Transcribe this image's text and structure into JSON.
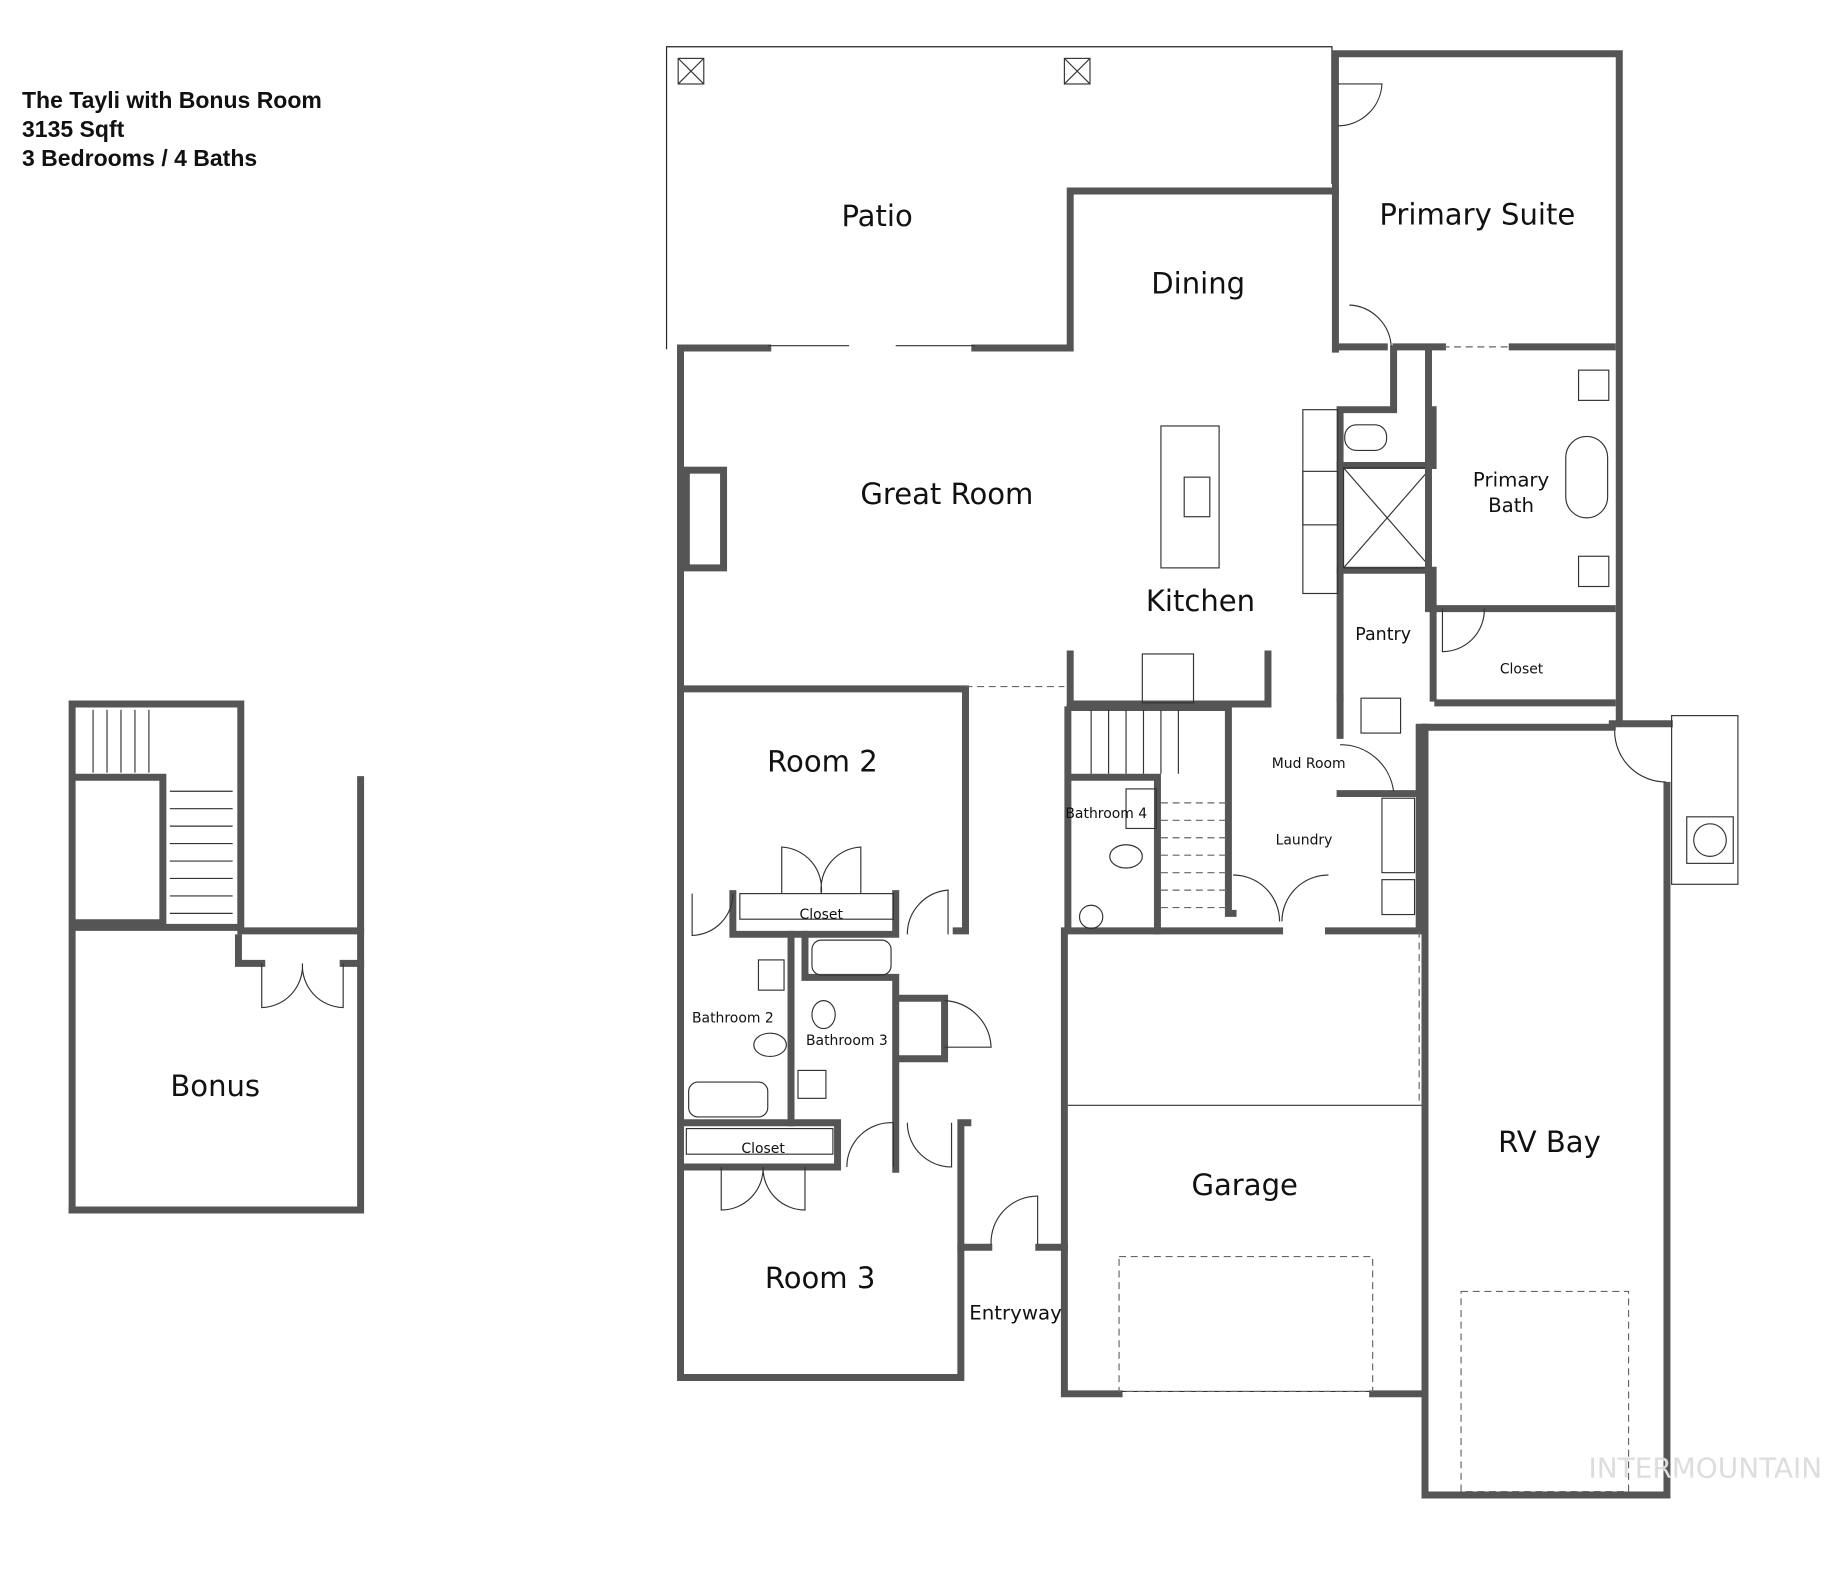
{
  "header": {
    "name": "The Tayli with Bonus Room",
    "area": "3135 Sqft",
    "rooms_summary": "3 Bedrooms / 4 Baths"
  },
  "rooms": {
    "patio": "Patio",
    "primary_suite": "Primary Suite",
    "dining": "Dining",
    "great_room": "Great Room",
    "primary_bath_1": "Primary",
    "primary_bath_2": "Bath",
    "kitchen": "Kitchen",
    "pantry": "Pantry",
    "primary_closet": "Closet",
    "room2": "Room 2",
    "mud_room": "Mud Room",
    "bathroom4": "Bathroom 4",
    "laundry": "Laundry",
    "closet_room2": "Closet",
    "bathroom2": "Bathroom 2",
    "bathroom3": "Bathroom 3",
    "closet_room3": "Closet",
    "room3": "Room 3",
    "entryway": "Entryway",
    "garage": "Garage",
    "rv_bay": "RV Bay",
    "bonus": "Bonus"
  },
  "watermark": "INTERMOUNTAIN",
  "colors": {
    "wall": "#555555",
    "text": "#111111"
  }
}
